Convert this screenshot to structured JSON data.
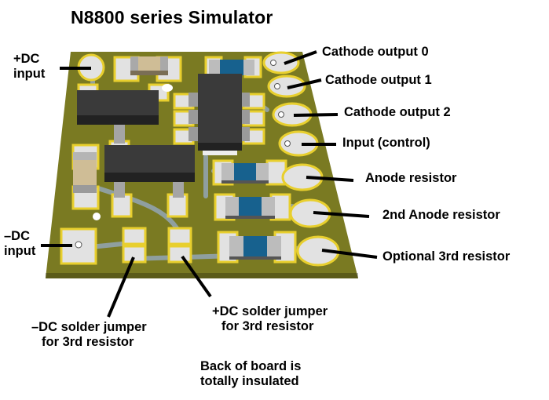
{
  "title": "N8800 series Simulator",
  "colors": {
    "board": "#7a7a22",
    "pad": "#e2e2e2",
    "pad_outline": "#e8cf2e",
    "trace": "#8f9f9f",
    "ic_body": "#333333",
    "resistor_body": "#17618e",
    "resistor_end": "#bcbcbc",
    "capacitor_body": "#cfbd96",
    "leader": "#000000"
  },
  "labels": {
    "dc_plus_input": [
      "+DC",
      "input"
    ],
    "dc_minus_input": [
      "–DC",
      "input"
    ],
    "cathode_output_0": "Cathode output 0",
    "cathode_output_1": "Cathode output 1",
    "cathode_output_2": "Cathode output 2",
    "input_control": "Input (control)",
    "anode_resistor": "Anode resistor",
    "anode_resistor_2": "2nd Anode resistor",
    "optional_3rd_resistor": "Optional 3rd resistor",
    "dc_minus_jumper": [
      "–DC solder jumper",
      "for 3rd resistor"
    ],
    "dc_plus_jumper": [
      "+DC solder jumper",
      "for 3rd resistor"
    ],
    "back_note": [
      "Back of board is",
      "totally insulated"
    ]
  }
}
